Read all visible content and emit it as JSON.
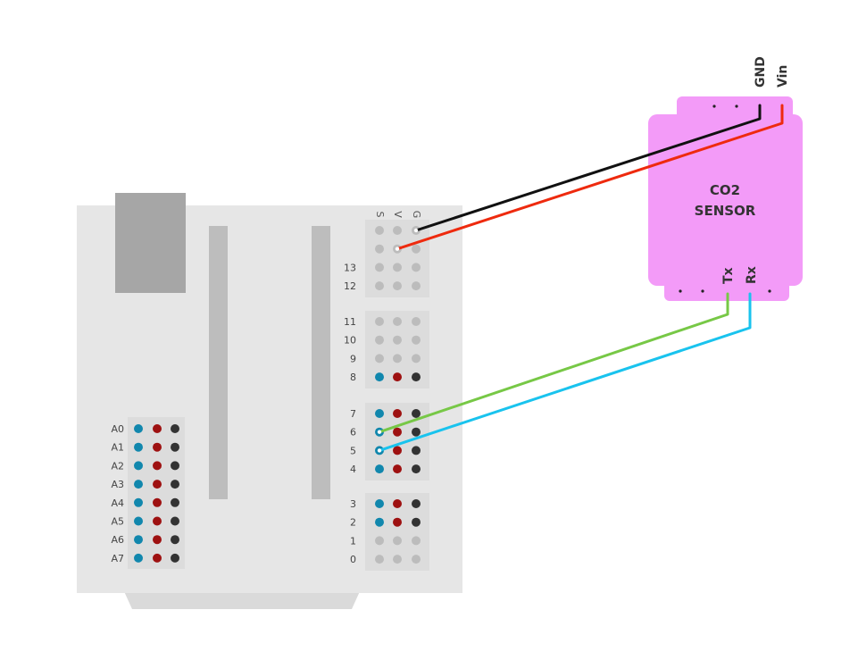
{
  "colors": {
    "board": "#e6e6e6",
    "board_shadow": "#dadada",
    "usb_port": "#a6a6a6",
    "header_strip": "#bdbdbd",
    "pin_block": "#dcdcdc",
    "pin_inactive": "#bcbcbc",
    "pin_signal": "#1187ad",
    "pin_vcc": "#9e1111",
    "pin_gnd": "#333333",
    "sensor": "#f39bf8",
    "wire_gnd": "#111111",
    "wire_vin": "#ee2a0e",
    "wire_tx": "#77c846",
    "wire_rx": "#19c3ee"
  },
  "board": {
    "header_columns": [
      "S",
      "V",
      "G"
    ],
    "digital_groups": [
      {
        "pins": [
          {
            "label": "",
            "active": false,
            "wired": "gnd"
          },
          {
            "label": "",
            "active": false,
            "wired": "vin"
          },
          {
            "label": "13",
            "active": false
          },
          {
            "label": "12",
            "active": false
          }
        ]
      },
      {
        "pins": [
          {
            "label": "11",
            "active": false
          },
          {
            "label": "10",
            "active": false
          },
          {
            "label": "9",
            "active": false
          },
          {
            "label": "8",
            "active": true
          }
        ]
      },
      {
        "pins": [
          {
            "label": "7",
            "active": true
          },
          {
            "label": "6",
            "active": true,
            "wired": "tx"
          },
          {
            "label": "5",
            "active": true,
            "wired": "rx"
          },
          {
            "label": "4",
            "active": true
          }
        ]
      },
      {
        "pins": [
          {
            "label": "3",
            "active": true
          },
          {
            "label": "2",
            "active": true
          },
          {
            "label": "1",
            "active": false
          },
          {
            "label": "0",
            "active": false
          }
        ]
      }
    ],
    "analog_pins": [
      "A0",
      "A1",
      "A2",
      "A3",
      "A4",
      "A5",
      "A6",
      "A7"
    ]
  },
  "sensor": {
    "title_line1": "CO2",
    "title_line2": "SENSOR",
    "top_pins": [
      "GND",
      "Vin"
    ],
    "bottom_pins": [
      "Tx",
      "Rx"
    ]
  },
  "wires": [
    {
      "name": "gnd-wire",
      "from": "sensor GND",
      "to": "board G",
      "color_key": "wire_gnd"
    },
    {
      "name": "vin-wire",
      "from": "sensor Vin",
      "to": "board V",
      "color_key": "wire_vin"
    },
    {
      "name": "tx-wire",
      "from": "sensor Tx",
      "to": "pin 6",
      "color_key": "wire_tx"
    },
    {
      "name": "rx-wire",
      "from": "sensor Rx",
      "to": "pin 5",
      "color_key": "wire_rx"
    }
  ]
}
